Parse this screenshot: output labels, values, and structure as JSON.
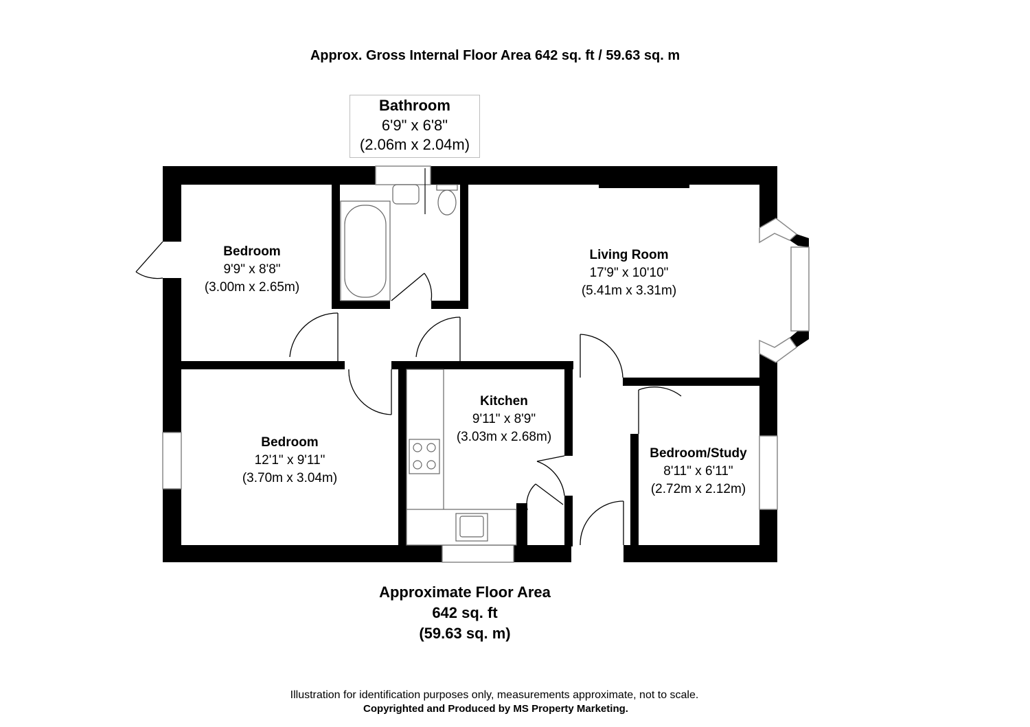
{
  "header": {
    "title": "Approx. Gross Internal Floor Area 642 sq. ft / 59.63 sq. m"
  },
  "rooms": {
    "bathroom": {
      "name": "Bathroom",
      "dim_imperial": "6'9\" x 6'8\"",
      "dim_metric": "(2.06m x 2.04m)"
    },
    "bedroom1": {
      "name": "Bedroom",
      "dim_imperial": "9'9\" x 8'8\"",
      "dim_metric": "(3.00m x 2.65m)"
    },
    "living": {
      "name": "Living Room",
      "dim_imperial": "17'9\" x 10'10\"",
      "dim_metric": "(5.41m x 3.31m)"
    },
    "bedroom2": {
      "name": "Bedroom",
      "dim_imperial": "12'1\" x 9'11\"",
      "dim_metric": "(3.70m x 3.04m)"
    },
    "kitchen": {
      "name": "Kitchen",
      "dim_imperial": "9'11\" x 8'9\"",
      "dim_metric": "(3.03m x 2.68m)"
    },
    "study": {
      "name": "Bedroom/Study",
      "dim_imperial": "8'11\" x 6'11\"",
      "dim_metric": "(2.72m x 2.12m)"
    }
  },
  "footer": {
    "floor_area_label": "Approximate Floor Area",
    "floor_area_sqft": "642 sq. ft",
    "floor_area_sqm": "(59.63 sq. m)",
    "disclaimer": "Illustration for identification purposes only, measurements approximate, not to scale.",
    "copyright": "Copyrighted  and Produced by MS Property Marketing."
  },
  "colors": {
    "wall": "#000000",
    "fixture": "#666666",
    "background": "#ffffff"
  }
}
